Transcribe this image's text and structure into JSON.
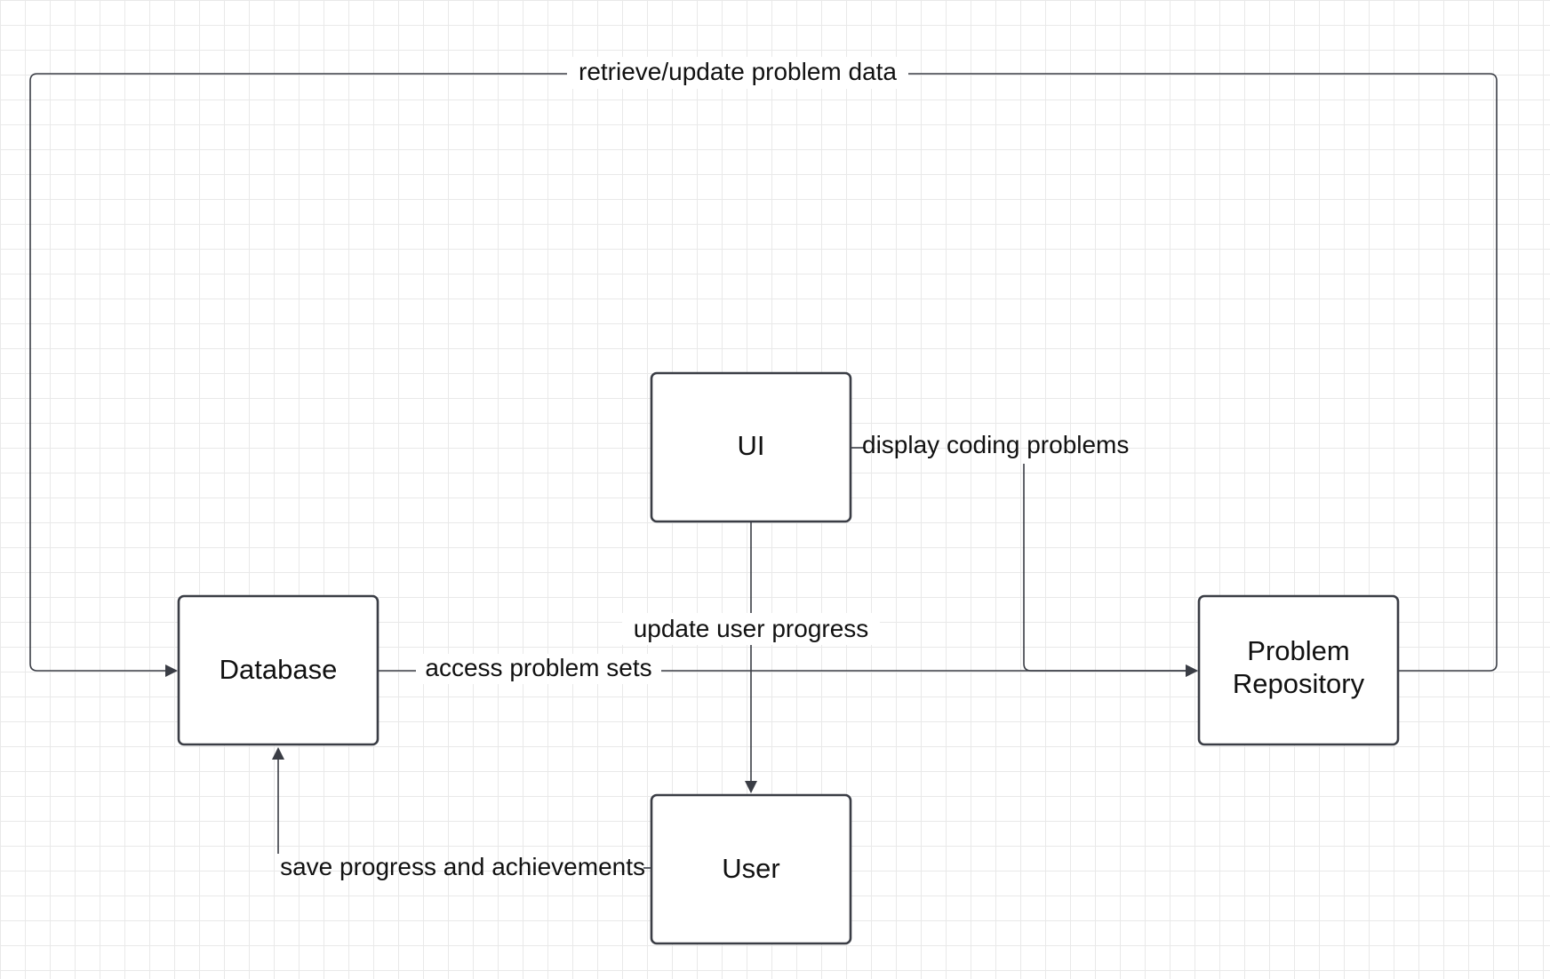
{
  "nodes": {
    "ui": {
      "label": "UI"
    },
    "database": {
      "label": "Database"
    },
    "problem_repository": {
      "label_line1": "Problem",
      "label_line2": "Repository"
    },
    "user": {
      "label": "User"
    }
  },
  "edges": {
    "retrieve_update": {
      "label": "retrieve/update problem data"
    },
    "display_problems": {
      "label": "display coding problems"
    },
    "update_progress": {
      "label": "update user progress"
    },
    "access_sets": {
      "label": "access problem sets"
    },
    "save_progress": {
      "label": "save progress and achievements"
    }
  },
  "colors": {
    "stroke": "#3a3d45",
    "grid": "#e9e9e9",
    "background": "#ffffff"
  }
}
